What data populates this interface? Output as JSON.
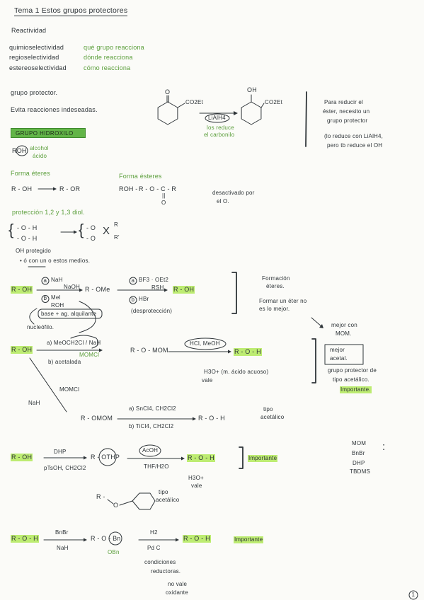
{
  "page": {
    "title": "Tema 1 Estos grupos protectores",
    "page_number": "1"
  },
  "colors": {
    "ink": "#2e3438",
    "green_ink": "#5a9e3a",
    "highlight": "#bdec72",
    "section_box": "#62b548",
    "paper": "#fbfbf8"
  },
  "reactividad": {
    "heading": "Reactividad",
    "rows": [
      {
        "term": "quimioselectividad",
        "meaning": "qué grupo reacciona"
      },
      {
        "term": "regioselectividad",
        "meaning": "dónde reacciona"
      },
      {
        "term": "estereoselectividad",
        "meaning": "cómo reacciona"
      }
    ]
  },
  "protector": {
    "definition": "grupo protector.",
    "purpose": "Evita reacciones indeseadas."
  },
  "example": {
    "ketone_o": "O",
    "ester_left": "CO2Et",
    "reagent": "LiAlH4",
    "note": [
      "los reduce",
      "el carbonilo"
    ],
    "alcohol_oh": "OH",
    "ester_right": "CO2Et"
  },
  "side_note": [
    "Para reducir el",
    "éster, necesito un",
    "grupo protector",
    "(lo reduce con LiAlH4,",
    "pero tb reduce el OH"
  ],
  "hydroxyl": {
    "section": "GRUPO HIDROXILO",
    "roh": "ROH",
    "roh_note": [
      "alcohol",
      "ácido"
    ],
    "ethers": {
      "label": "Forma éteres",
      "start": "R - OH",
      "product": "R - OR"
    },
    "esters": {
      "label": "Forma ésteres",
      "start": "ROH -",
      "product": "R - O - C - R",
      "double_bond": "||",
      "oxygen": "O",
      "note": [
        "desactivado por",
        "el O."
      ]
    },
    "diol": {
      "label": "protección 1,2 y 1,3 diol.",
      "left": [
        "- O - H",
        "- O - H"
      ],
      "right": [
        "- O",
        "- O"
      ],
      "joint": "X",
      "r1": "R",
      "r2": "R'"
    },
    "note": [
      "OH protegido",
      "• ó con un o estos medios."
    ]
  },
  "methyl_ether": {
    "start": "R - OH",
    "protect": {
      "a_label": "a",
      "a": [
        "NaH",
        "NaOH"
      ],
      "b_label": "b",
      "b": [
        "MeI",
        "ROH"
      ],
      "conditions": "base + ag. alquilante",
      "mechanism": "nucleófilo."
    },
    "product": "R - OMe",
    "deprotect": {
      "a_label": "a",
      "a": [
        "BF3 · OEt2",
        "RSH"
      ],
      "b_label": "b",
      "b": "HBr",
      "note": "(desprotección)"
    },
    "end": "R - OH",
    "comment": [
      "Formación",
      "éteres.",
      "Formar un éter no",
      "es lo mejor."
    ],
    "hint": [
      "mejor con",
      "MOM."
    ]
  },
  "mom": {
    "start": "R - OH",
    "reagent_a": "a) MeOCH2Cl / NaH",
    "reagent_short": "MOMCl",
    "reagent_b": "b) acetalada",
    "product": "R - O - MOM",
    "deprotect": "HCl, MeOH",
    "end": "R - O - H",
    "acid": "H3O+ (m. ácido acuoso)",
    "valid": "vale",
    "box": [
      "mejor",
      "acetal."
    ],
    "type_note": [
      "grupo protector de",
      "tipo acetálico."
    ],
    "important": "Importante.",
    "alt_reagent": "MOMCl",
    "alt_base": "NaH",
    "alt": {
      "start": "R - OMOM",
      "cond_a": "a) SnCl4, CH2Cl2",
      "cond_b": "b) TiCl4, CH2Cl2",
      "end": "R - O - H",
      "type": [
        "tipo",
        "acetálico"
      ]
    }
  },
  "thp": {
    "start": "R - OH",
    "reagent": "DHP",
    "catalyst": "pTsOH, CH2Cl2",
    "product": "R - OTHP",
    "deprotect": [
      "AcOH",
      "THF/H2O"
    ],
    "end": "R - O - H",
    "important": "Importante",
    "acid": [
      "H3O+",
      "vale"
    ],
    "type": [
      "tipo",
      "acetálico"
    ],
    "structure": {
      "r": "R -",
      "o": "O"
    },
    "list": [
      "MOM",
      "BnBr",
      "DHP",
      "TBDMS"
    ],
    "list_mark": ":"
  },
  "benzyl": {
    "start": "R - O - H",
    "reagent": "BnBr",
    "base": "NaH",
    "product": "R - O - Bn",
    "group": "OBn",
    "h2": "H2",
    "catalyst": "Pd C",
    "end": "R - O - H",
    "important": "Importante",
    "notes": [
      "condiciones",
      "reductoras.",
      "no vale",
      "oxidante"
    ]
  }
}
